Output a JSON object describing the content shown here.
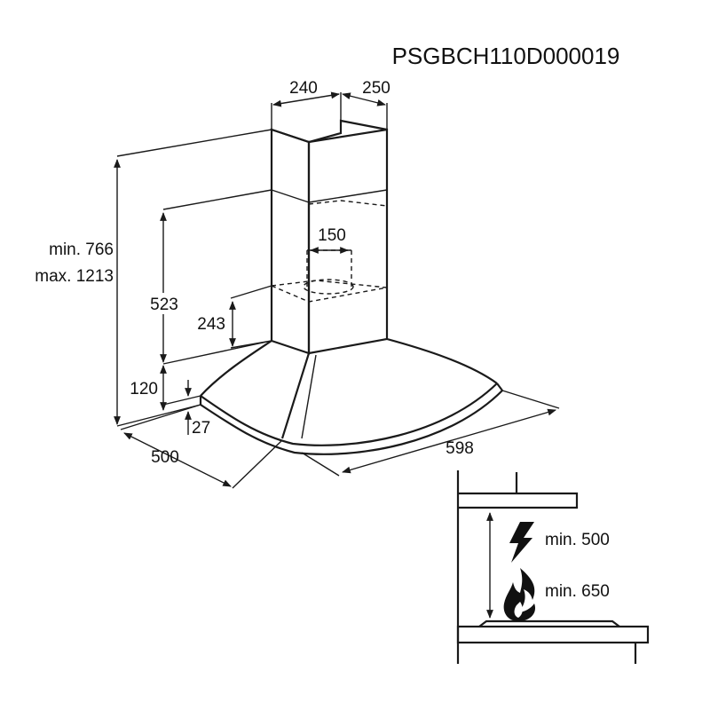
{
  "model_code": "PSGBCH110D000019",
  "dimensions": {
    "chimney_width": "240",
    "chimney_depth": "250",
    "outlet_diameter": "150",
    "height_min": "min. 766",
    "height_max": "max. 1213",
    "chimney_lower": "523",
    "canopy_height": "243",
    "hood_height": "120",
    "edge_thickness": "27",
    "depth": "500",
    "width": "598"
  },
  "clearance": {
    "electric_label": "min. 500",
    "gas_label": "min. 650",
    "electric_icon": "lightning-icon",
    "gas_icon": "flame-icon"
  }
}
